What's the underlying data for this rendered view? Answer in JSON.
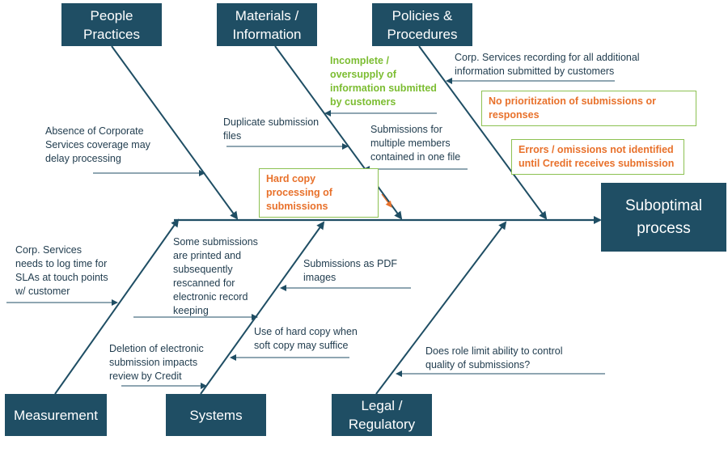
{
  "effect": {
    "label": "Suboptimal process"
  },
  "categories": {
    "people": "People Practices",
    "materials": "Materials / Information",
    "policies": "Policies & Procedures",
    "measurement": "Measurement",
    "systems": "Systems",
    "legal": "Legal / Regulatory"
  },
  "causes": {
    "absence_coverage": "Absence of Corporate Services coverage may delay processing",
    "incomplete_info": "Incomplete / oversupply of information submitted by customers",
    "duplicate_files": "Duplicate submission files",
    "multiple_members": "Submissions for multiple members contained in one file",
    "hard_copy_processing": "Hard copy processing of submissions",
    "corp_recording": "Corp. Services recording for all additional information submitted by customers",
    "no_prioritization": "No prioritization of submissions or responses",
    "errors_omissions": "Errors / omissions not identified until Credit receives submission",
    "log_time": "Corp. Services needs to log time for SLAs at touch points w/ customer",
    "printed_rescanned": "Some submissions are printed and subsequently rescanned for electronic record keeping",
    "deletion_electronic": "Deletion of electronic submission impacts review by Credit",
    "pdf_images": "Submissions as PDF images",
    "hard_copy_soft": "Use of hard copy when soft copy may suffice",
    "role_limit": "Does role limit ability to control quality of submissions?"
  },
  "colors": {
    "box": "#1f4e64",
    "arrow": "#1f4e64",
    "text": "#1f3b4d",
    "green_text": "#7cbd32",
    "orange_text": "#e8712b",
    "box_border": "#8cc152"
  }
}
